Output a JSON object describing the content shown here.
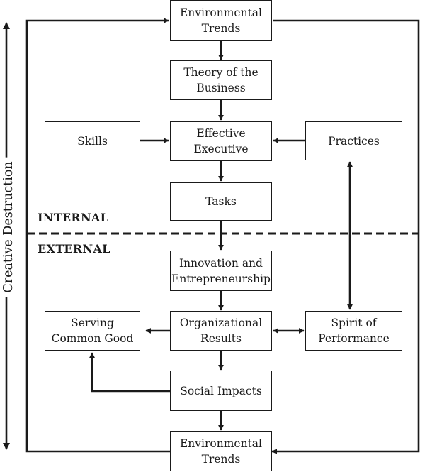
{
  "nodes": {
    "env_top": [
      "Environmental",
      "Trends"
    ],
    "theory": [
      "Theory of the",
      "Business"
    ],
    "skills": [
      "Skills"
    ],
    "executive": [
      "Effective",
      "Executive"
    ],
    "practices": [
      "Practices"
    ],
    "tasks": [
      "Tasks"
    ],
    "innovation": [
      "Innovation and",
      "Entrepreneurship"
    ],
    "serving": [
      "Serving",
      "Common Good"
    ],
    "results": [
      "Organizational",
      "Results"
    ],
    "spirit": [
      "Spirit of",
      "Performance"
    ],
    "social": [
      "Social Impacts"
    ],
    "env_bottom": [
      "Environmental",
      "Trends"
    ]
  },
  "labels": {
    "internal": "INTERNAL",
    "external": "EXTERNAL",
    "side": "Creative Destruction"
  }
}
